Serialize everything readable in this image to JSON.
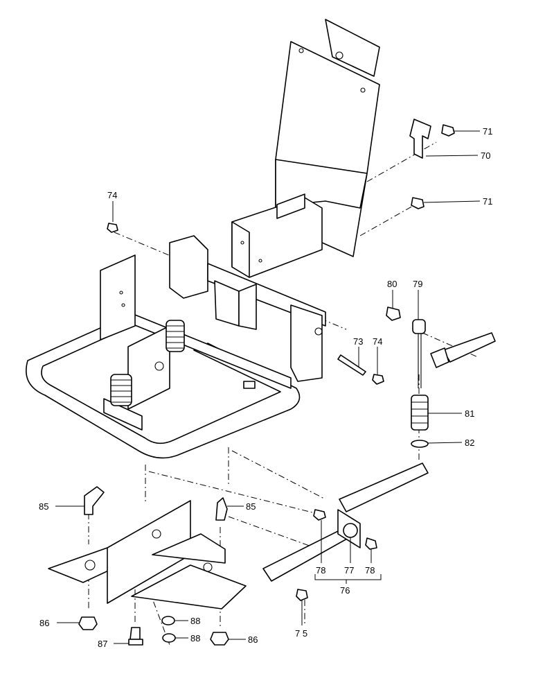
{
  "callouts": {
    "c70": "70",
    "c71a": "71",
    "c71b": "71",
    "c73": "73",
    "c74a": "74",
    "c74b": "74",
    "c75": "7 5",
    "c76": "76",
    "c77": "77",
    "c78a": "78",
    "c78b": "78",
    "c79": "79",
    "c80": "80",
    "c81": "81",
    "c82": "82",
    "c85a": "85",
    "c85b": "85",
    "c86a": "86",
    "c86b": "86",
    "c87": "87",
    "c88a": "88",
    "c88b": "88"
  }
}
